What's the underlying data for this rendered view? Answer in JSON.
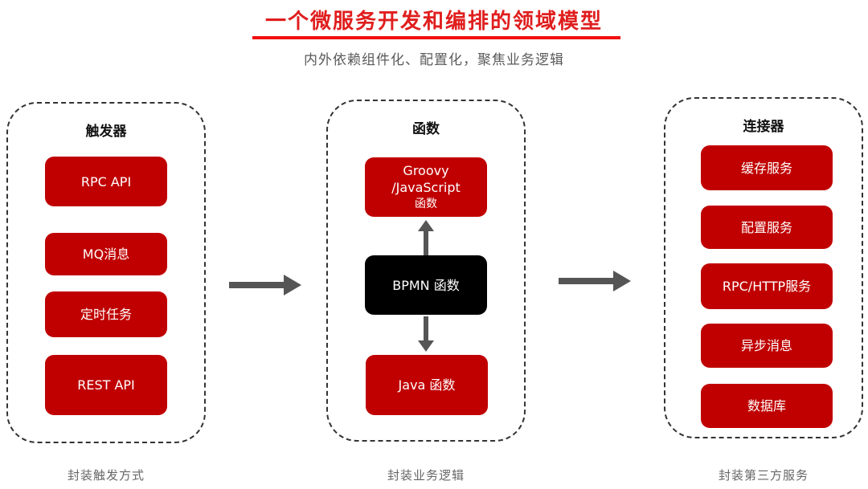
{
  "header": {
    "title": "一个微服务开发和编排的领域模型",
    "subtitle": "内外依赖组件化、配置化，聚焦业务逻辑"
  },
  "colors": {
    "accent_red": "#c00000",
    "title_red": "#e01e1e",
    "black_box": "#000000",
    "arrow_gray": "#555555"
  },
  "panels": {
    "triggers": {
      "title": "触发器",
      "items": [
        "RPC API",
        "MQ消息",
        "定时任务",
        "REST API"
      ],
      "caption": "封装触发方式"
    },
    "functions": {
      "title": "函数",
      "top_box": [
        "Groovy",
        "/JavaScript",
        "函数"
      ],
      "center_box": "BPMN 函数",
      "bottom_box": "Java 函数",
      "caption": "封装业务逻辑"
    },
    "connectors": {
      "title": "连接器",
      "items": [
        "缓存服务",
        "配置服务",
        "RPC/HTTP服务",
        "异步消息",
        "数据库"
      ],
      "caption": "封装第三方服务"
    }
  },
  "icons": {
    "flow_arrows": [
      "arrow-right-icon",
      "arrow-right-icon",
      "arrow-up-icon",
      "arrow-down-icon"
    ]
  }
}
